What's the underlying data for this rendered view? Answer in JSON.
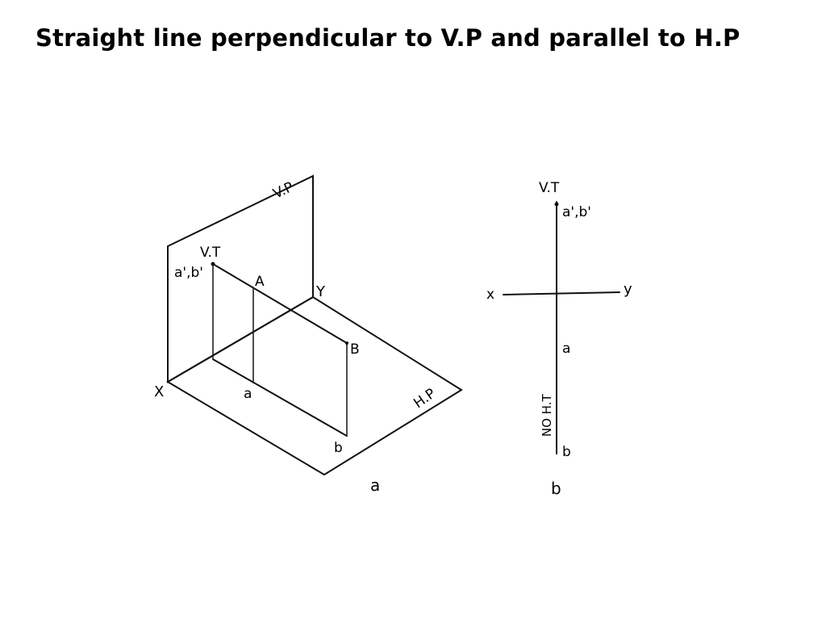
{
  "slide": {
    "title": "Straight line perpendicular to V.P and parallel to H.P"
  },
  "fig_a": {
    "plane_vp": "V.P",
    "plane_hp": "H.P",
    "label_vt": "V.T",
    "label_ab_prime": "a',b'",
    "label_A": "A",
    "label_B": "B",
    "label_a": "a",
    "label_b": "b",
    "label_X": "X",
    "label_Y": "Y",
    "caption": "a"
  },
  "fig_b": {
    "label_vt": "V.T",
    "label_ab_prime": "a',b'",
    "label_x": "x",
    "label_y": "y",
    "label_a": "a",
    "label_b": "b",
    "note_no_ht": "NO H.T",
    "caption": "b"
  }
}
